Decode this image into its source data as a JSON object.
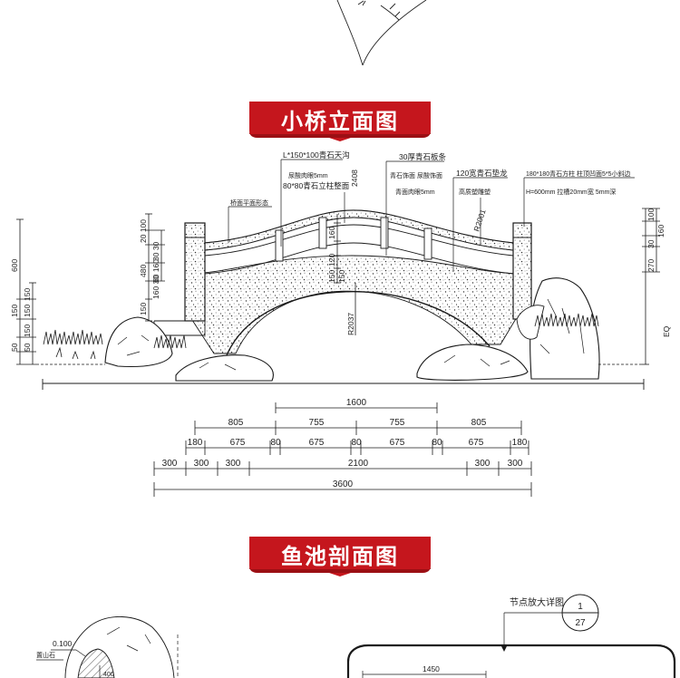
{
  "section_titles": {
    "bridge_elevation": "小桥立面图",
    "pond_section": "鱼池剖面图"
  },
  "bridge": {
    "callouts": {
      "c1": "L*150*100青石天沟",
      "c2": "尿酸肉眼5mm",
      "c3": "80*80青石立柱整面",
      "c4": "2408",
      "c5": "30厚青石板条",
      "c6": "青石饰面 尿酸饰面",
      "c7": "青面肉眼5mm",
      "c8": "120宽青石垫龙",
      "c9": "高质塑雕塑",
      "c10": "R2001",
      "c11": "180*180青石方柱 柱顶凹面5*5小斜边",
      "c12": "H=600mm 拉槽20mm宽 5mm深",
      "c13": "桥面平面形态",
      "c14": "R2037",
      "c15": "EQ"
    },
    "left_dims": [
      "600",
      "150",
      "150",
      "150",
      "50",
      "150",
      "50"
    ],
    "center_dims": [
      "20 100",
      "30 30",
      "480",
      "60 160",
      "160 30",
      "150",
      "150",
      "160",
      "120",
      "150"
    ],
    "right_dims": [
      "100",
      "160",
      "30",
      "270",
      "EQ"
    ],
    "bottom_dims": {
      "row1": [
        "1600"
      ],
      "row2": [
        "805",
        "755",
        "755",
        "805"
      ],
      "row3": [
        "180",
        "675",
        "80",
        "675",
        "80",
        "675",
        "80",
        "675",
        "180"
      ],
      "row4": [
        "300",
        "300",
        "300",
        "2100",
        "300",
        "300"
      ],
      "row5": [
        "3600"
      ]
    }
  },
  "pond": {
    "detail_label": "节点放大详图",
    "detail_num": "1",
    "detail_sheet": "27",
    "elev_label": "0.100",
    "rock_label": "置山石",
    "dim_400": "400",
    "dim_1450": "1450"
  },
  "colors": {
    "banner_red": "#c5161d",
    "banner_red_dark": "#9b0f14",
    "line": "#1a1a1a"
  }
}
